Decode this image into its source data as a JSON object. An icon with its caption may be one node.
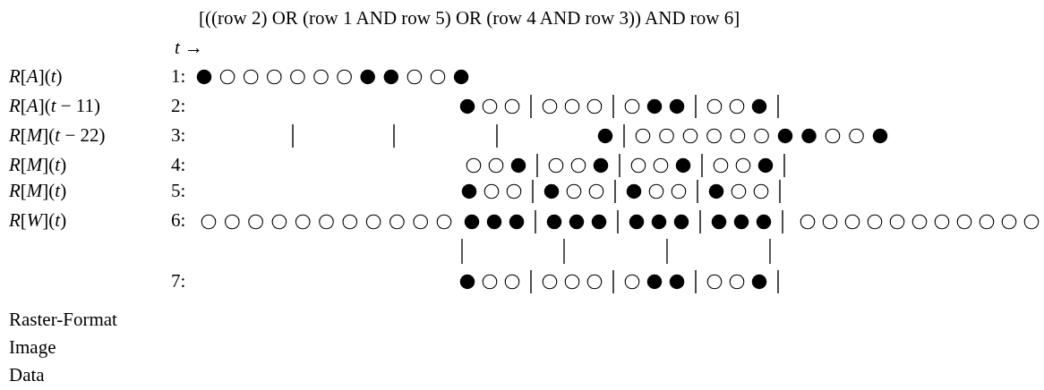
{
  "diagram": {
    "title": "[((row 2) OR (row 1 AND row 5) OR (row 4 AND row 3)) AND row 6]",
    "labels": [
      "*t* →",
      "*R*[*A*](*t*)",
      "1:",
      "*R*[*A*](*t* − 11)",
      "2:",
      "*R*[*M*](*t* − 22)",
      "3:",
      "*R*[*M*](*t*)",
      "4:",
      "*R*[*M*](*t*)",
      "5:",
      "*R*[*W*](*t*)",
      "6:",
      "7:",
      "Raster-Format Image Data"
    ]
  }
}
